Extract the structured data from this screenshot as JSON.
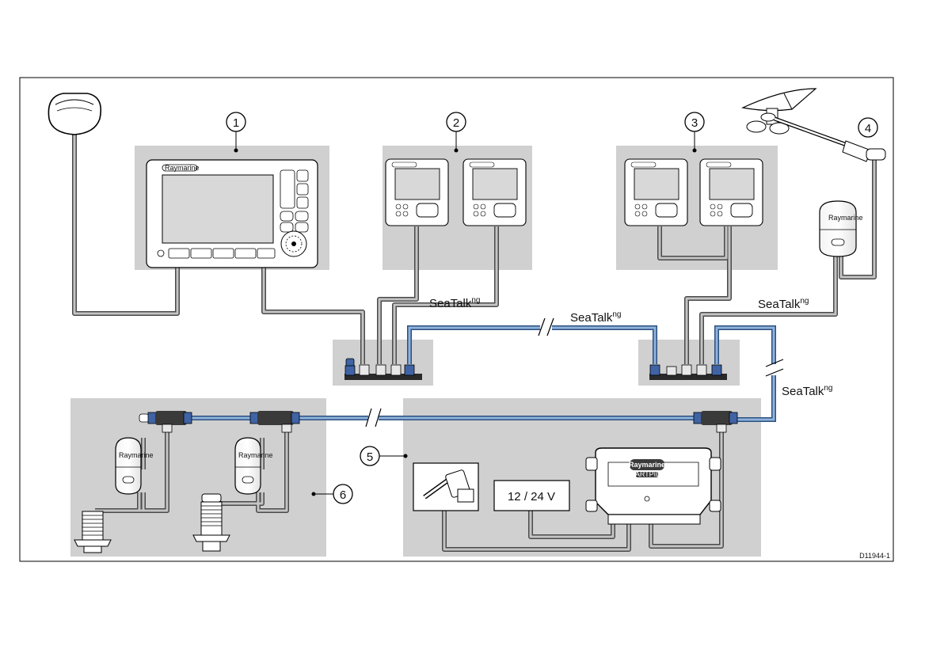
{
  "callouts": [
    "1",
    "2",
    "3",
    "4",
    "5",
    "6"
  ],
  "network_labels": {
    "main": "SeaTalk",
    "superscript": "ng"
  },
  "power": {
    "label": "12 / 24 V"
  },
  "brand": {
    "name": "Raymarine",
    "display_brand": "Raymarine",
    "ecu_model": "SMARTPILOT"
  },
  "figure_id": "D11944-1",
  "colors": {
    "frame": "#000000",
    "panel": "#d0d0d0",
    "cable_grey": "#8a8a8a",
    "cable_blue": "#6f97c2",
    "connector_blue": "#3f63a5",
    "device_white": "#ffffff"
  }
}
